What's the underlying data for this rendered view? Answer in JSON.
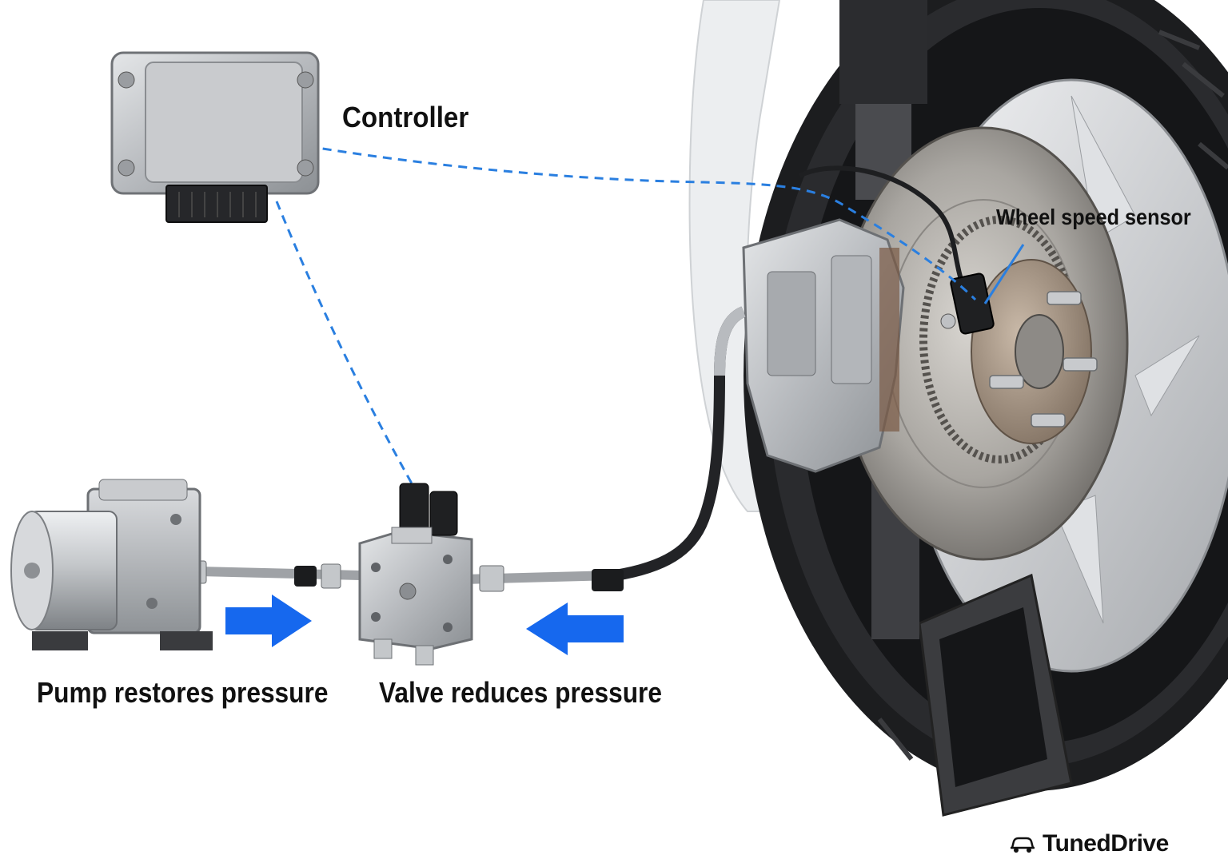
{
  "labels": {
    "controller": "Controller",
    "wheel_speed_sensor": "Wheel speed sensor",
    "pump": "Pump restores pressure",
    "valve": "Valve reduces pressure"
  },
  "brand": {
    "name": "TunedDrive",
    "icon": "car-icon"
  },
  "components": [
    {
      "name": "controller-module",
      "icon": "ecu-icon"
    },
    {
      "name": "pump-unit",
      "icon": "pump-icon"
    },
    {
      "name": "valve-block",
      "icon": "valve-icon"
    },
    {
      "name": "brake-disc",
      "icon": "disc-icon"
    },
    {
      "name": "brake-caliper",
      "icon": "caliper-icon"
    },
    {
      "name": "wheel-tire",
      "icon": "wheel-icon"
    }
  ],
  "colors": {
    "signal_line": "#2a7fe0",
    "flow_arrow": "#1668ee",
    "text": "#111111",
    "metal": "#b9bcc0"
  }
}
